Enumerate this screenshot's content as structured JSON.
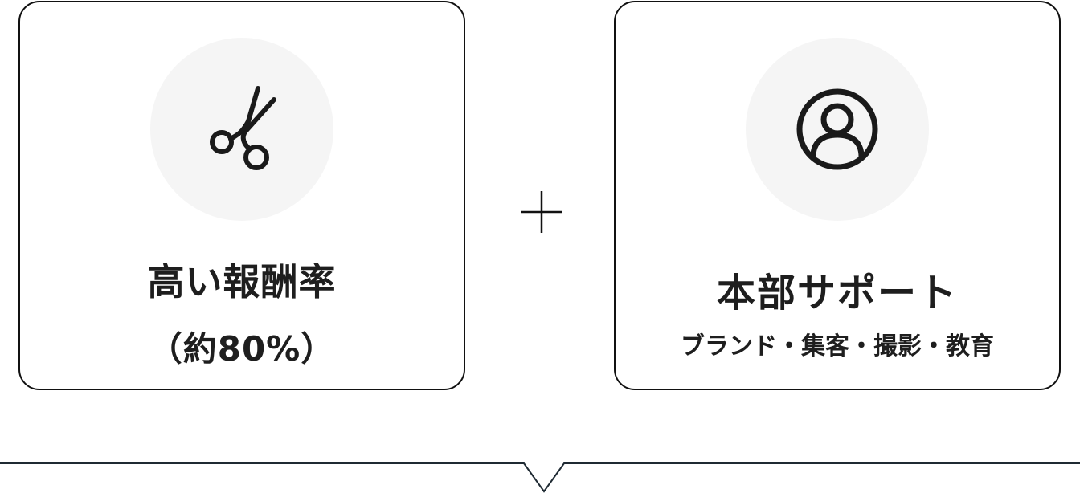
{
  "cards": [
    {
      "icon": "scissors-icon",
      "title": "高い報酬率",
      "subtitle": "（約80%）"
    },
    {
      "icon": "user-circle-icon",
      "title": "本部サポート",
      "subtitle": "ブランド・集客・撮影・教育"
    }
  ],
  "connector": {
    "symbol": "plus-icon"
  },
  "colors": {
    "border": "#111111",
    "icon_bg": "#f5f5f5",
    "text": "#1e1e1e",
    "divider": "#1f2a33"
  }
}
